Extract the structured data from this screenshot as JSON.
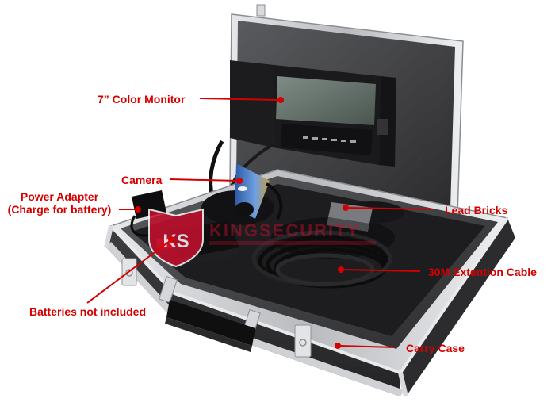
{
  "callouts": {
    "monitor": "7” Color Monitor",
    "camera": "Camera",
    "power_line1": "Power Adapter",
    "power_line2": "(Charge for battery)",
    "lead_bricks": "Lead Bricks",
    "cable": "30M Extention Cable",
    "batteries": "Batteries not included",
    "case": "Carry Case"
  },
  "watermark": {
    "logo_letters": "KS",
    "brand": "KINGSECURITY"
  },
  "colors": {
    "callout": "#d40000",
    "case_frame": "#c9cbce",
    "case_panel": "#3a3a3c",
    "foam": "#1d1d1f"
  }
}
